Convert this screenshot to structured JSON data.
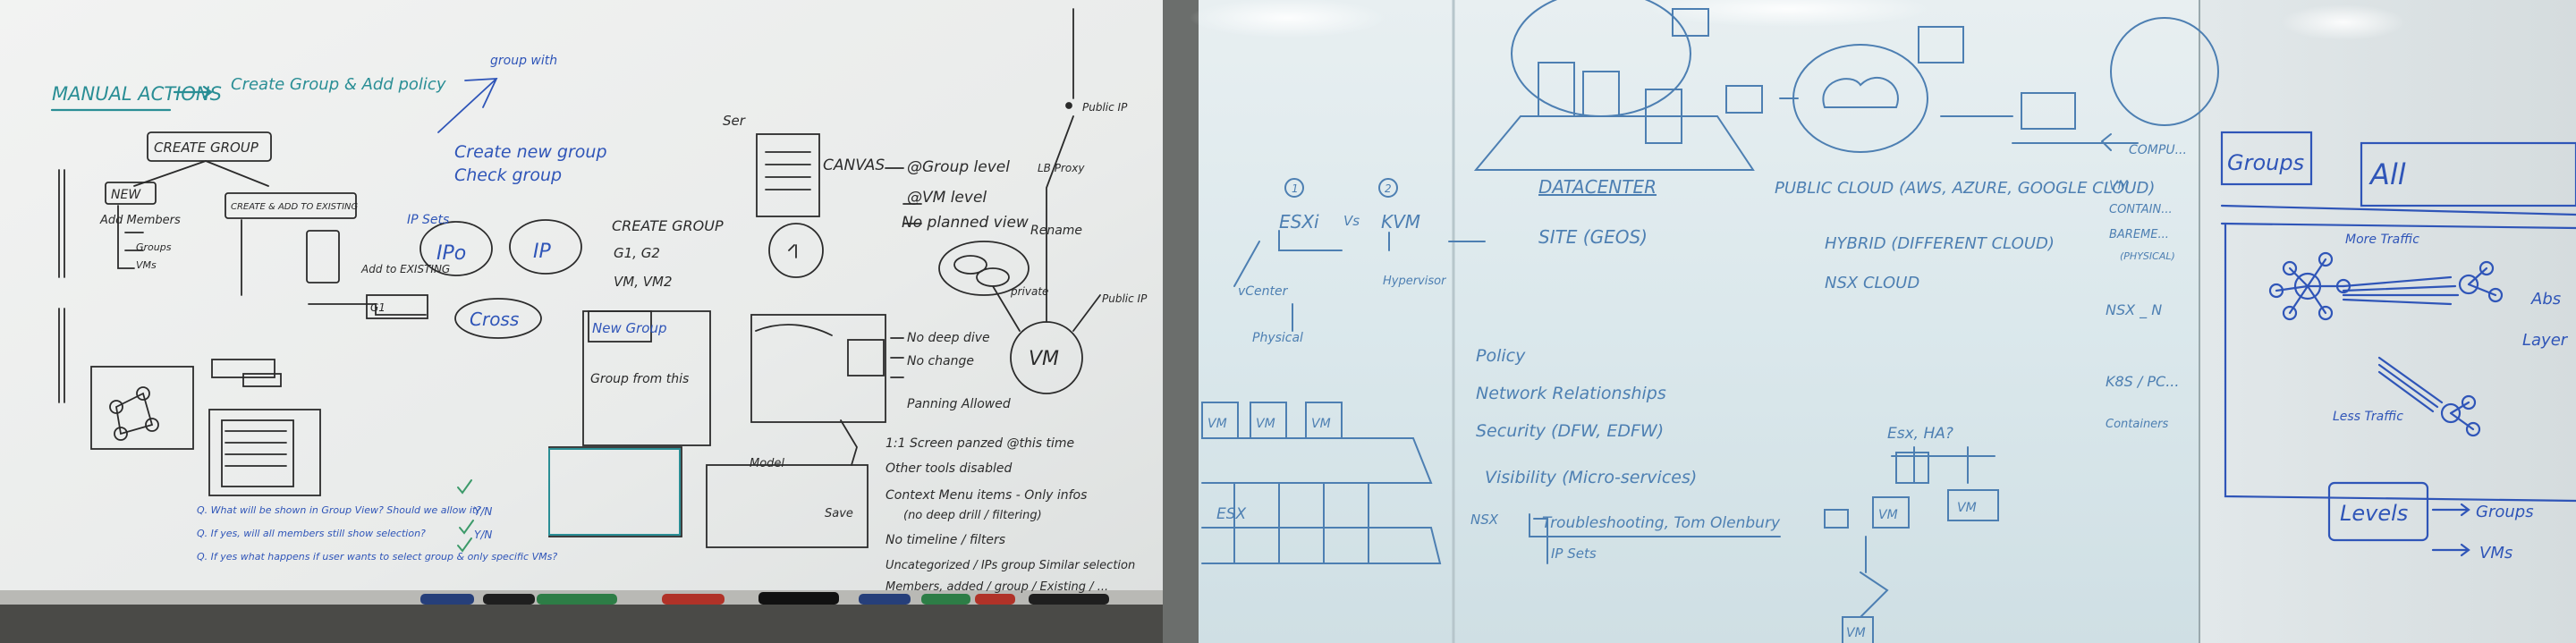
{
  "colors": {
    "ink_blue": "#2f55b8",
    "ink_teal": "#2a8e95",
    "ink_black": "#2b2b2b",
    "ink_green": "#3c9a6a",
    "board_left": "#eef0f0",
    "board_right": "#e4ecef",
    "glass_tint": "#c9dde4"
  },
  "left_board": {
    "header": "MANUAL ACTIONS",
    "header_arrow_text": "Create Group & Add policy",
    "create_group": "CREATE GROUP",
    "new": "NEW",
    "add_members": "Add Members",
    "groups": "Groups",
    "vms": "VMs",
    "create_add_existing": "CREATE & ADD TO EXISTING",
    "add_to_existing": "Add to EXISTING",
    "g1": "G1",
    "group_with": "group with",
    "create_new_group": "Create new group",
    "check_group": "Check group",
    "ip_sets": "IP Sets",
    "ipo": "IPo",
    "ip": "IP",
    "cross": "Cross",
    "create_group2": "CREATE GROUP",
    "g1g2": "G1, G2",
    "vm_vm2": "VM, VM2",
    "new_group": "New Group",
    "group_from_this": "Group from this",
    "canvas": "CANVAS",
    "group_level": "@Group level",
    "vm_level": "@VM level",
    "no_planned_view": "No planned view",
    "rename": "Rename",
    "public_ip": "Public IP",
    "private": "private",
    "proxy": "LB Proxy",
    "vm": "VM",
    "no_deep_dive": "No deep dive",
    "no_change": "No change",
    "panning_allowed": "Panning Allowed",
    "screen_pan": "1:1 Screen panzed @this time",
    "other_tools": "Other tools disabled",
    "context_menu": "Context Menu items - Only infos",
    "no_deep_drill": "(no deep drill / filtering)",
    "no_timeline": "No timeline / filters",
    "uncategorized": "Uncategorized / IPs group Similar selection",
    "members": "Members, added / group / Existing / ...",
    "model": "Model",
    "save": "Save",
    "q1": "Q. What will be shown in Group View? Should we allow it?",
    "q2": "Q. If yes, will all members still show selection?",
    "q3": "Q. If yes what happens if user wants to select group & only specific VMs?",
    "yn": "Y/N",
    "ser": "Ser"
  },
  "middle_board": {
    "esxi": "ESXi",
    "vs": "Vs",
    "kvm": "KVM",
    "num1": "1",
    "num2": "2",
    "vcenter": "vCenter",
    "physical": "Physical",
    "hypervisor": "Hypervisor",
    "datacenter": "DATACENTER",
    "site": "SITE (GEOS)",
    "public_cloud": "PUBLIC CLOUD (AWS, AZURE, GOOGLE CLOUD)",
    "hybrid": "HYBRID (DIFFERENT CLOUD)",
    "nsx_cloud": "NSX CLOUD",
    "policy": "Policy",
    "network_rel": "Network Relationships",
    "security": "Security (DFW, EDFW)",
    "visibility": "Visibility (Micro-services)",
    "nsx": "NSX",
    "troubleshooting": "Troubleshooting, Tom Olenbury",
    "ip_sets": "IP Sets",
    "esx_ha": "Esx, HA?",
    "esx": "ESX",
    "vm": "VM",
    "compute": "COMPU...",
    "vm_r": "VM",
    "containers": "CONTAIN...",
    "baremetal": "BAREME...",
    "physical_r": "(PHYSICAL)",
    "nsx_r": "NSX _ N",
    "k8s": "K8S / PC...",
    "containers2": "Containers"
  },
  "right_board": {
    "groups": "Groups",
    "all": "All",
    "more_traffic": "More Traffic",
    "less_traffic": "Less Traffic",
    "abs": "Abs",
    "layer": "Layer",
    "levels": "Levels",
    "groups2": "Groups",
    "vms": "VMs"
  }
}
